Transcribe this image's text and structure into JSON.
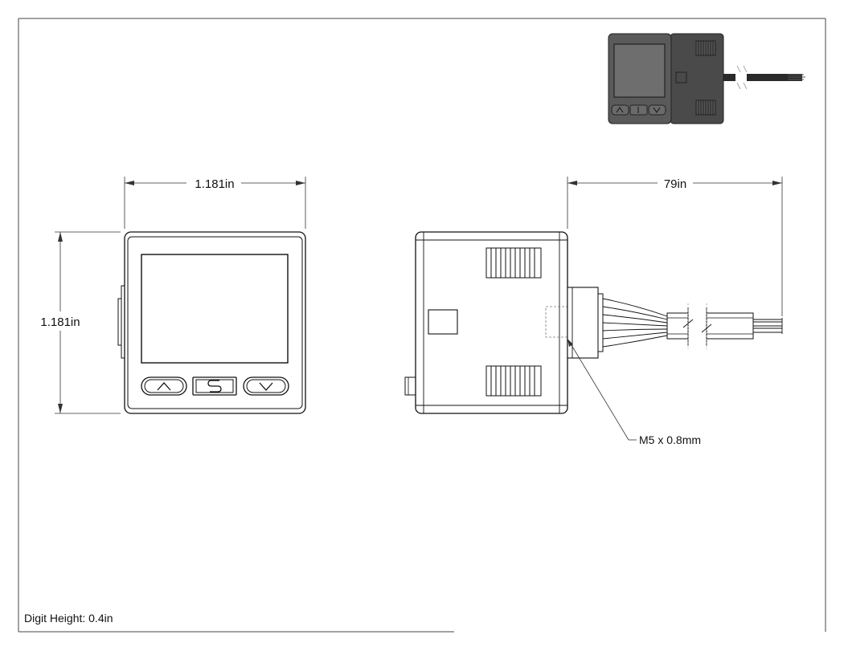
{
  "dimensions": {
    "front_width": "1.181in",
    "front_height": "1.181in",
    "cable_length": "79in"
  },
  "callout": {
    "thread": "M5 x 0.8mm"
  },
  "buttons": {
    "up_glyph": "⌃",
    "set_letter": "S",
    "down_glyph": "⌄"
  },
  "notes": {
    "digit_height": "Digit Height: 0.4in"
  },
  "colors": {
    "line": "#111111",
    "thin_line": "#333333",
    "device_dark": "#3a3a3a",
    "device_body": "#4a4a4a",
    "device_screen": "#6e6e6e",
    "device_front": "#5a5a5a",
    "cable": "#2a2a2a"
  }
}
